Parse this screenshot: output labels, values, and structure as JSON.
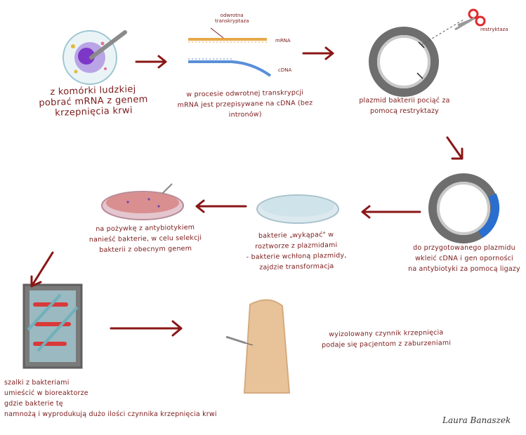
{
  "steps": {
    "s1": "z komórki ludzkiej\npobrać mRNA z genem\nkrzepnięcia krwi",
    "s2": "w procesie odwrotnej transkrypcji\nmRNA jest przepisywane na cDNA (bez intronów)",
    "s3": "plazmid bakterii pociąć za\npomocą restryktazy",
    "s4": "do przygotowanego plazmidu\nwkleić cDNA i gen oporności\nna antybiotyki za pomocą ligazy",
    "s5": "bakterie „wykąpać\" w\nroztworze z plazmidami\n- bakterie wchłoną plazmidy,\nzajdzie transformacja",
    "s6": "na pożywkę z antybiotykiem\nnanieść bakterie, w celu selekcji\nbakterii z obecnym genem",
    "s7": "szalki z bakteriami\numieścić w bioreaktorze\ngdzie bakterie tę\nnamnożą i wyprodukują dużo ilości czynnika krzepnięcia krwi",
    "s8": "wyizolowany czynnik krzepnięcia\npodaje się pacjentom z zaburzeniami"
  },
  "labels": {
    "reverse_transcriptase": "odwrotna\ntranskryptaza",
    "mrna": "mRNA",
    "cdna": "cDNA",
    "restriction_enzyme": "restryktaza"
  },
  "signature": "Laura Banaszek",
  "colors": {
    "ink": "#7b1a1a",
    "arrow": "#8a1616",
    "plasmid_gray": "#6e6e6e",
    "insert_blue": "#2a6fcf",
    "dish_red": "#d9a0a0",
    "dish_blue": "#cfe3ea",
    "skin": "#e8c39a"
  }
}
